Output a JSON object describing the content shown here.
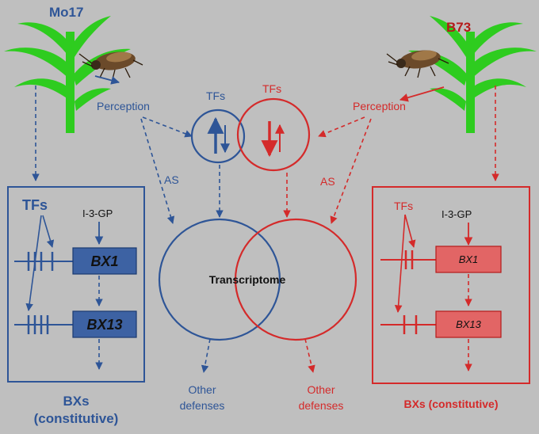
{
  "colors": {
    "background": "#bfbfbf",
    "mo17_blue": "#2e5597",
    "b73_red": "#d42a2a",
    "box_blue_fill": "#3d62a3",
    "box_red_fill": "#e26565",
    "plant_green": "#2ecc1f",
    "black": "#111111"
  },
  "left": {
    "genotype": "Mo17",
    "perception": "Perception",
    "as_label": "AS",
    "box": {
      "tfs": "TFs",
      "precursor": "I-3-GP",
      "gene1": "BX1",
      "gene2": "BX13"
    },
    "bxs_line1": "BXs",
    "bxs_line2": "(constitutive)",
    "other_line1": "Other",
    "other_line2": "defenses",
    "tf_circle_label": "TFs"
  },
  "right": {
    "genotype": "B73",
    "perception": "Perception",
    "as_label": "AS",
    "box": {
      "tfs": "TFs",
      "precursor": "I-3-GP",
      "gene1": "BX1",
      "gene2": "BX13"
    },
    "bxs_label": "BXs (constitutive)",
    "other_line1": "Other",
    "other_line2": "defenses",
    "tf_circle_label": "TFs"
  },
  "center": {
    "transcriptome": "Transcriptome"
  },
  "icons": {
    "plant": "maize-plant-icon",
    "insect": "aphid-insect-icon"
  }
}
